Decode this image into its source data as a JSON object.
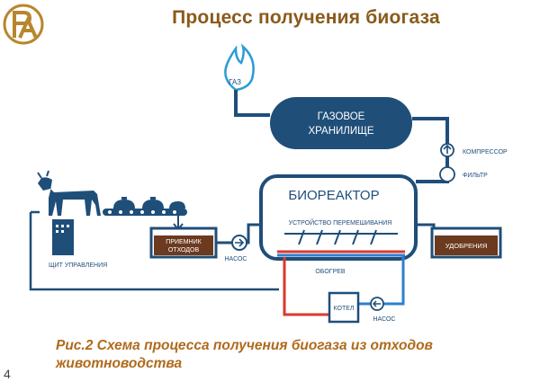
{
  "header": {
    "title": "Процесс получения биогаза",
    "logo_icon": "bp-monogram-logo-icon"
  },
  "diagram": {
    "labels": {
      "gas": "ГАЗ",
      "gas_storage_line1": "ГАЗОВОЕ",
      "gas_storage_line2": "ХРАНИЛИЩЕ",
      "compressor": "КОМПРЕССОР",
      "filter": "ФИЛЬТР",
      "bioreactor": "БИОРЕАКТОР",
      "mixer": "УСТРОЙСТВО ПЕРЕМЕШИВАНИЯ",
      "receiver_line1": "ПРИЕМНИК",
      "receiver_line2": "ОТХОДОВ",
      "pump_top": "НАСОС",
      "fertilizer": "УДОБРЕНИЯ",
      "control_panel": "ЩИТ УПРАВЛЕНИЯ",
      "heating": "ОБОГРЕВ",
      "boiler": "КОТЕЛ",
      "pump_bottom": "НАСОС"
    },
    "icons": [
      "flame-icon",
      "cow-icon",
      "conveyor-icon",
      "pump-icon",
      "compressor-arrow-icon",
      "filter-icon"
    ],
    "colors": {
      "tank": "#1f4e79",
      "pipe": "#1f4e79",
      "waste": "#6b3a1f",
      "hot_line": "#d93a2b",
      "cold_line": "#2f7fd1",
      "accent": "#8a5a1a"
    }
  },
  "caption": {
    "text": "Рис.2 Схема процесса получения биогаза из отходов животноводства"
  },
  "footer": {
    "page_number": "4"
  }
}
